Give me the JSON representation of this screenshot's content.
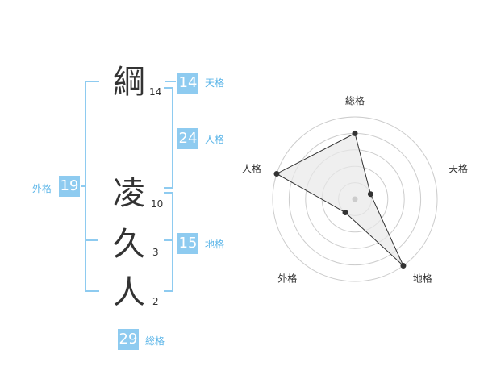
{
  "name": {
    "chars": [
      {
        "char": "綱",
        "strokes": "14"
      },
      {
        "char": "凌",
        "strokes": "10"
      },
      {
        "char": "久",
        "strokes": "3"
      },
      {
        "char": "人",
        "strokes": "2"
      }
    ]
  },
  "fortunes": {
    "ten": {
      "value": "14",
      "label": "天格"
    },
    "jin": {
      "value": "24",
      "label": "人格"
    },
    "chi": {
      "value": "15",
      "label": "地格"
    },
    "gai": {
      "value": "19",
      "label": "外格"
    },
    "total": {
      "value": "29",
      "label": "総格"
    }
  },
  "chart_data": {
    "type": "radar",
    "axes": [
      "総格",
      "天格",
      "地格",
      "外格",
      "人格"
    ],
    "values": [
      4,
      1,
      5,
      1,
      5
    ],
    "rlim": [
      0,
      5
    ],
    "rings": 5,
    "colors": {
      "fill": "#e8e8e8",
      "line": "#333333",
      "point": "#333333",
      "grid": "#cccccc",
      "center": "#cccccc"
    }
  }
}
